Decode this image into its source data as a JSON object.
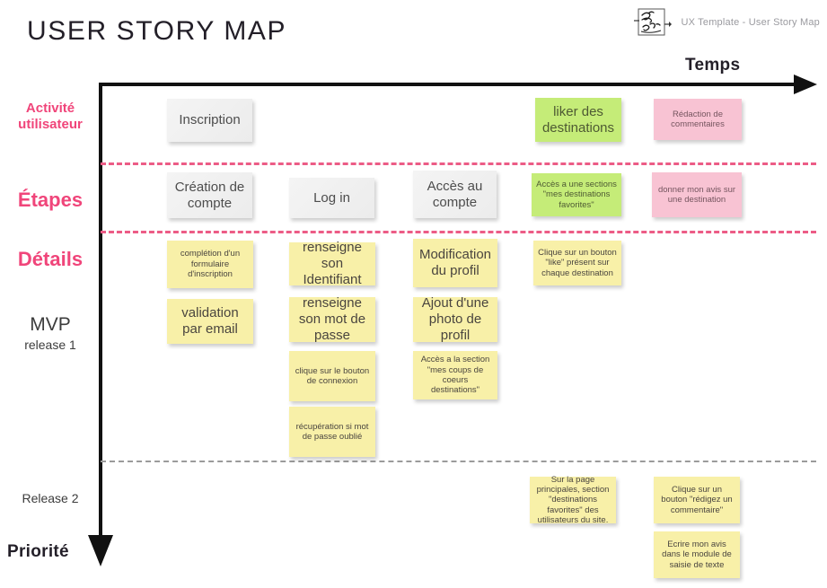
{
  "header": {
    "title": "USER STORY MAP",
    "brand_logo_name": "jenn-janis-signature-logo",
    "brand_text": "UX Template - User Story Map"
  },
  "axes": {
    "horizontal_label": "Temps",
    "vertical_label": "Priorité",
    "accent_color": "#f0457a",
    "axis_color": "#111111"
  },
  "row_labels": [
    {
      "id": "activite",
      "label": "Activité utilisateur",
      "color": "#f0457a"
    },
    {
      "id": "etapes",
      "label": "Étapes",
      "color": "#f0457a"
    },
    {
      "id": "details",
      "label": "Détails",
      "color": "#f0457a"
    },
    {
      "id": "mvp",
      "label": "MVP",
      "sub": "release 1",
      "color": "#3c3c3c"
    },
    {
      "id": "release2",
      "label": "Release 2",
      "color": "#3c3c3c"
    }
  ],
  "cards": {
    "activite": [
      {
        "text": "Inscription",
        "color": "grey",
        "size": "big"
      },
      {
        "text": "liker des destinations",
        "color": "green",
        "size": "big"
      },
      {
        "text": "Rédaction de commentaires",
        "color": "pink",
        "size": "small"
      }
    ],
    "etapes": [
      {
        "text": "Création de compte",
        "color": "grey",
        "size": "big"
      },
      {
        "text": "Log in",
        "color": "grey",
        "size": "big"
      },
      {
        "text": "Accès au compte",
        "color": "grey",
        "size": "big"
      },
      {
        "text": "Accès a une sections \"mes destinations favorites\"",
        "color": "green",
        "size": "small"
      },
      {
        "text": "donner mon avis sur une destination",
        "color": "pink",
        "size": "small"
      }
    ],
    "mvp": [
      {
        "text": "complétion d'un formulaire d'inscription",
        "color": "yellow",
        "size": "small"
      },
      {
        "text": "renseigne son Identifiant",
        "color": "yellow",
        "size": "big"
      },
      {
        "text": "Modification du profil",
        "color": "yellow",
        "size": "big"
      },
      {
        "text": "Clique sur un bouton \"like\" présent sur chaque destination",
        "color": "yellow",
        "size": "small"
      },
      {
        "text": "validation par email",
        "color": "yellow",
        "size": "big"
      },
      {
        "text": "renseigne son mot de passe",
        "color": "yellow",
        "size": "big"
      },
      {
        "text": "Ajout d'une photo de profil",
        "color": "yellow",
        "size": "big"
      },
      {
        "text": "clique sur le bouton de connexion",
        "color": "yellow",
        "size": "small"
      },
      {
        "text": "Accès a la section \"mes coups de coeurs destinations\"",
        "color": "yellow",
        "size": "small"
      },
      {
        "text": "récupération si mot de passe oublié",
        "color": "yellow",
        "size": "small"
      }
    ],
    "release2": [
      {
        "text": "Sur la page principales, section \"destinations favorites\" des utilisateurs du site.",
        "color": "yellow",
        "size": "small"
      },
      {
        "text": "Clique sur un bouton \"rédigez un commentaire\"",
        "color": "yellow",
        "size": "small"
      },
      {
        "text": "Ecrire mon avis dans le module de saisie de texte",
        "color": "yellow",
        "size": "small"
      }
    ]
  }
}
